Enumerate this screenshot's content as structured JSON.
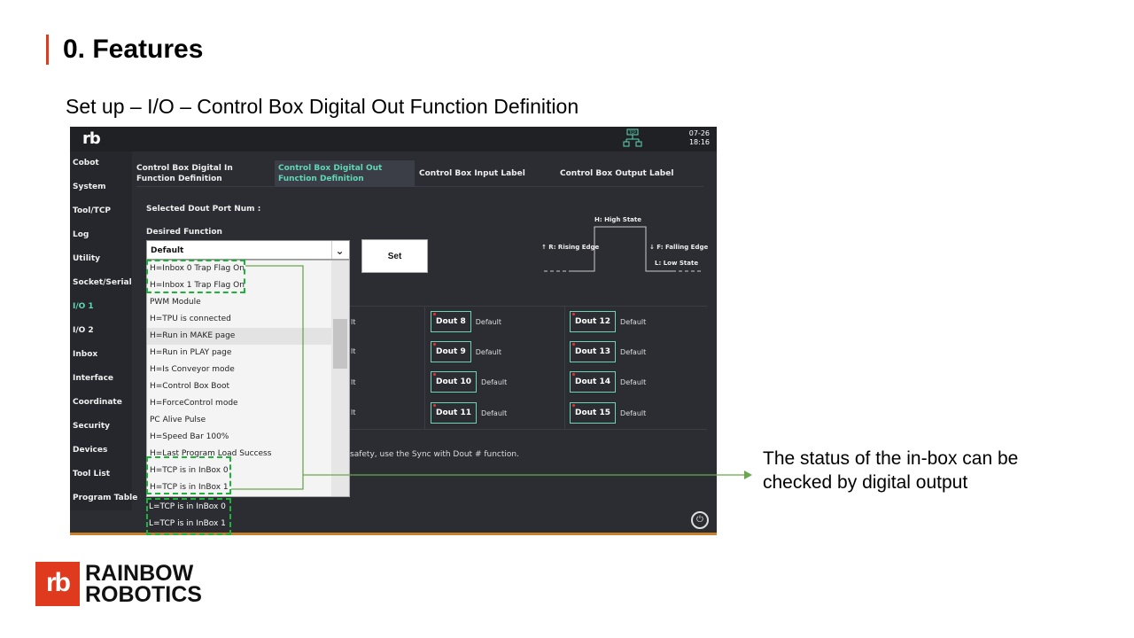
{
  "slide": {
    "title": "0. Features",
    "subtitle": "Set up – I/O – Control Box Digital Out Function Definition",
    "callout": "The status of the in-box can be checked by digital output",
    "brand": {
      "line1": "RAINBOW",
      "line2": "ROBOTICS",
      "mark": "rb"
    },
    "colors": {
      "accent": "#e03a1e",
      "highlight": "#1db23a",
      "teal": "#5fd8b6"
    }
  },
  "app": {
    "logo": "rb",
    "tcp_icon_label": "TCP",
    "date": "07-26",
    "time": "18:16",
    "sidebar": [
      {
        "label": "Cobot"
      },
      {
        "label": "System"
      },
      {
        "label": "Tool/TCP"
      },
      {
        "label": "Log"
      },
      {
        "label": "Utility"
      },
      {
        "label": "Socket/Serial"
      },
      {
        "label": "I/O 1"
      },
      {
        "label": "I/O 2"
      },
      {
        "label": "Inbox"
      },
      {
        "label": "Interface"
      },
      {
        "label": "Coordinate"
      },
      {
        "label": "Security"
      },
      {
        "label": "Devices"
      },
      {
        "label": "Tool List"
      },
      {
        "label": "Program Table"
      }
    ],
    "tabs": [
      {
        "label": "Control Box Digital In Function Definition"
      },
      {
        "label": "Control Box Digital Out Function Definition"
      },
      {
        "label": "Control Box Input Label"
      },
      {
        "label": "Control Box Output Label"
      }
    ],
    "selected_port_label": "Selected Dout Port Num :",
    "desired_function_label": "Desired Function",
    "select_value": "Default",
    "set_button": "Set",
    "signal": {
      "high": "H: High State",
      "rising": "↑ R: Rising Edge",
      "falling": "↓ F: Falling Edge",
      "low": "L: Low State"
    },
    "dropdown_items": [
      "H=Inbox 0 Trap Flag On",
      "H=Inbox 1 Trap Flag On",
      "PWM Module",
      "H=TPU is connected",
      "H=Run in MAKE page",
      "H=Run in PLAY page",
      "H=Is Conveyor mode",
      "H=Control Box Boot",
      "H=ForceControl mode",
      "PC Alive Pulse",
      "H=Speed Bar 100%",
      "H=Last Program Load Success",
      "H=TCP is in InBox 0",
      "H=TCP is in InBox 1"
    ],
    "overflow_items": [
      "L=TCP is in InBox 0",
      "L=TCP is in InBox 1"
    ],
    "col1_fragments": [
      "lt",
      "lt",
      "lt",
      "lt"
    ],
    "douts": [
      {
        "label": "Dout 8",
        "value": "Default"
      },
      {
        "label": "Dout 9",
        "value": "Default"
      },
      {
        "label": "Dout 10",
        "value": "Default"
      },
      {
        "label": "Dout 11",
        "value": "Default"
      },
      {
        "label": "Dout 12",
        "value": "Default"
      },
      {
        "label": "Dout 13",
        "value": "Default"
      },
      {
        "label": "Dout 14",
        "value": "Default"
      },
      {
        "label": "Dout 15",
        "value": "Default"
      }
    ],
    "note": "safety, use the Sync with Dout # function."
  }
}
